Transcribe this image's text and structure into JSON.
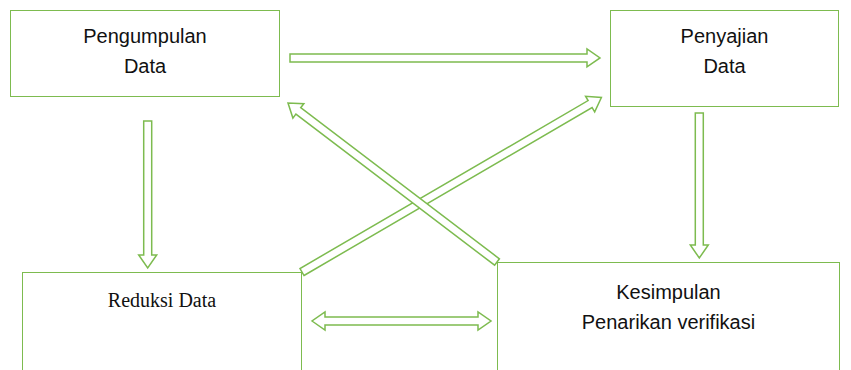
{
  "diagram": {
    "nodes": [
      {
        "text": [
          "Pengumpulan Data"
        ]
      },
      {
        "text": [
          "Penyajian Data"
        ]
      },
      {
        "text": [
          "Reduksi Data"
        ]
      },
      {
        "text": [
          "Kesimpulan Penarikan verifikasi"
        ]
      }
    ],
    "edges": [
      {
        "from": 0,
        "to": 1,
        "arrow": "to"
      },
      {
        "from": 0,
        "to": 2,
        "arrow": "to"
      },
      {
        "from": 1,
        "to": 3,
        "arrow": "to"
      },
      {
        "from": 2,
        "to": 1,
        "arrow": "to"
      },
      {
        "from": 3,
        "to": 0,
        "arrow": "to"
      },
      {
        "from": 2,
        "to": 3,
        "arrow": "both"
      }
    ]
  }
}
